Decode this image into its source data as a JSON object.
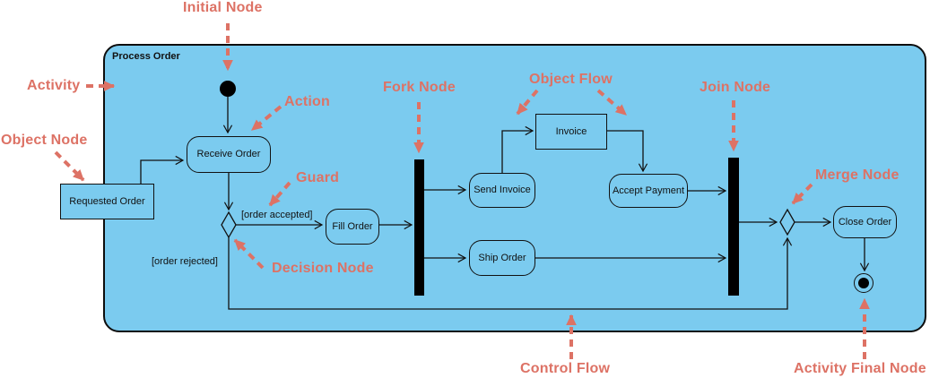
{
  "diagram_type": "UML activity diagram (annotated tutorial figure)",
  "colors": {
    "activity_fill": "#7bcbef",
    "annotation_text": "#dd7265",
    "node_border": "#111111",
    "fork_join_bar": "#000000",
    "page_background": "#ffffff"
  },
  "activity": {
    "title": "Process Order"
  },
  "nodes": {
    "requested_order": "Requested Order",
    "receive_order": "Receive Order",
    "fill_order": "Fill Order",
    "send_invoice": "Send Invoice",
    "ship_order": "Ship Order",
    "invoice": "Invoice",
    "accept_payment": "Accept Payment",
    "close_order": "Close Order"
  },
  "guards": {
    "accepted": "[order accepted]",
    "rejected": "[order rejected]"
  },
  "annotations": {
    "initial_node": "Initial Node",
    "activity": "Activity",
    "object_node": "Object Node",
    "action": "Action",
    "guard": "Guard",
    "decision_node": "Decision Node",
    "fork_node": "Fork Node",
    "object_flow": "Object Flow",
    "join_node": "Join Node",
    "merge_node": "Merge Node",
    "control_flow": "Control Flow",
    "activity_final_node": "Activity Final Node"
  }
}
